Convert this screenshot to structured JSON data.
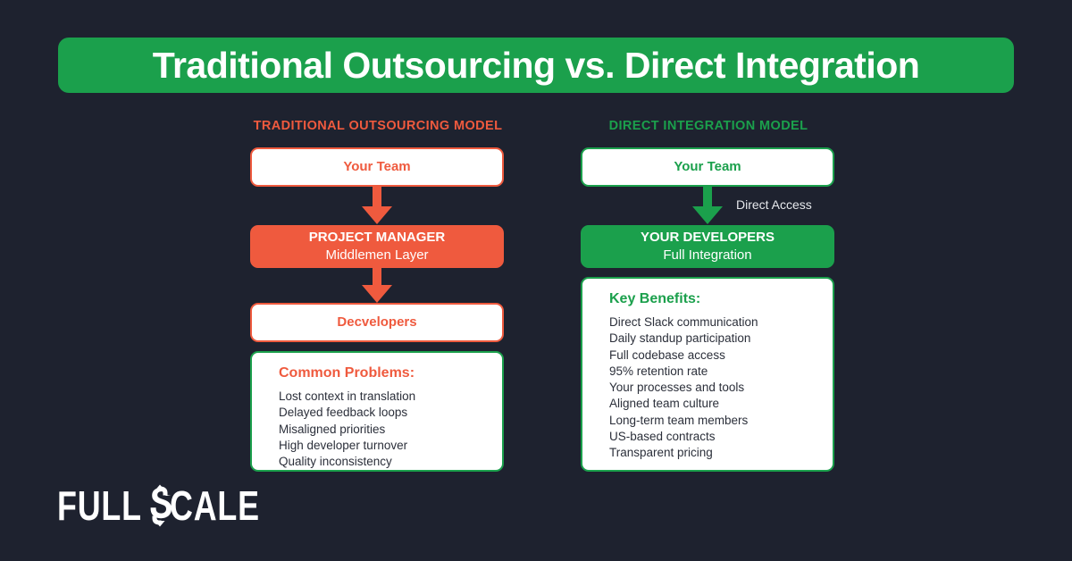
{
  "title": "Traditional Outsourcing vs. Direct Integration",
  "colors": {
    "background": "#1e222f",
    "green": "#1ba04c",
    "orange": "#ef5a3e",
    "white": "#ffffff",
    "body_text": "#2b2f3a",
    "label_text": "#e6e8ec"
  },
  "left_column": {
    "heading": "TRADITIONAL OUTSOURCING MODEL",
    "team_box": {
      "label": "Your Team"
    },
    "manager_box": {
      "title": "PROJECT MANAGER",
      "subtitle": "Middlemen Layer"
    },
    "developers_box": {
      "label": "Decvelopers"
    },
    "problems_panel": {
      "heading": "Common Problems:",
      "items": [
        "Lost context in translation",
        "Delayed feedback loops",
        "Misaligned priorities",
        "High developer turnover",
        "Quality inconsistency"
      ]
    }
  },
  "right_column": {
    "heading": "DIRECT INTEGRATION MODEL",
    "team_box": {
      "label": "Your Team"
    },
    "arrow_label": "Direct Access",
    "developers_box": {
      "title": "YOUR DEVELOPERS",
      "subtitle": "Full Integration"
    },
    "benefits_panel": {
      "heading": "Key Benefits:",
      "items": [
        "Direct Slack communication",
        "Daily standup participation",
        "Full codebase access",
        "95% retention rate",
        "Your processes and tools",
        "Aligned team culture",
        "Long-term team members",
        "US-based contracts",
        "Transparent pricing"
      ]
    }
  },
  "logo": {
    "text_before": "FULL ",
    "text_after": "CALE",
    "full_text": "FULL SCALE"
  }
}
